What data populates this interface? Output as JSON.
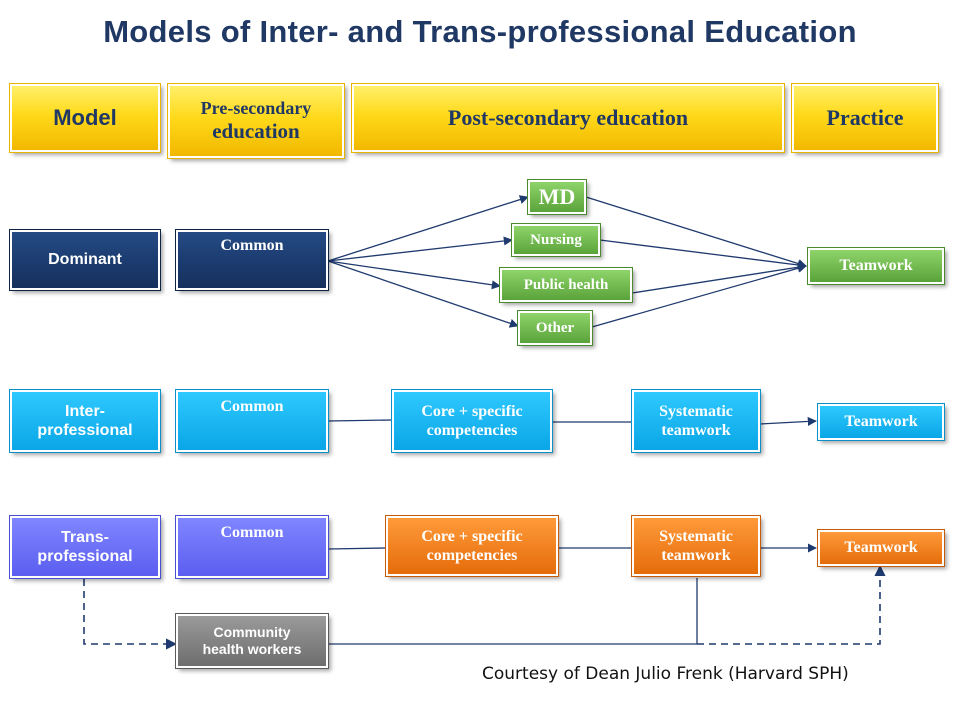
{
  "title": "Models of Inter- and Trans-professional Education",
  "headers": {
    "model": "Model",
    "pre_secondary_line1": "Pre-secondary",
    "pre_secondary_line2": "education",
    "post_secondary": "Post-secondary education",
    "practice": "Practice"
  },
  "dominant": {
    "label": "Dominant",
    "common": "Common",
    "branches": [
      "MD",
      "Nursing",
      "Public health",
      "Other"
    ],
    "practice": "Teamwork"
  },
  "interprofessional": {
    "label_line1": "Inter-",
    "label_line2": "professional",
    "common": "Common",
    "core_line1": "Core + specific",
    "core_line2": "competencies",
    "systematic_line1": "Systematic",
    "systematic_line2": "teamwork",
    "practice": "Teamwork"
  },
  "transprofessional": {
    "label_line1": "Trans-",
    "label_line2": "professional",
    "common": "Common",
    "core_line1": "Core + specific",
    "core_line2": "competencies",
    "systematic_line1": "Systematic",
    "systematic_line2": "teamwork",
    "practice": "Teamwork",
    "chw_line1": "Community",
    "chw_line2": "health workers"
  },
  "credit": "Courtesy of Dean Julio Frenk (Harvard SPH)",
  "colors": {
    "title": "#1f3864",
    "header_yellow": "#ffd91a",
    "dominant_navy": "#1b3a6e",
    "inter_cyan": "#14b4f0",
    "trans_purple": "#6a6ef8",
    "branch_green": "#6fb84a",
    "core_orange": "#f07d1c",
    "chw_gray": "#838383",
    "connector": "#1f3a6e"
  }
}
